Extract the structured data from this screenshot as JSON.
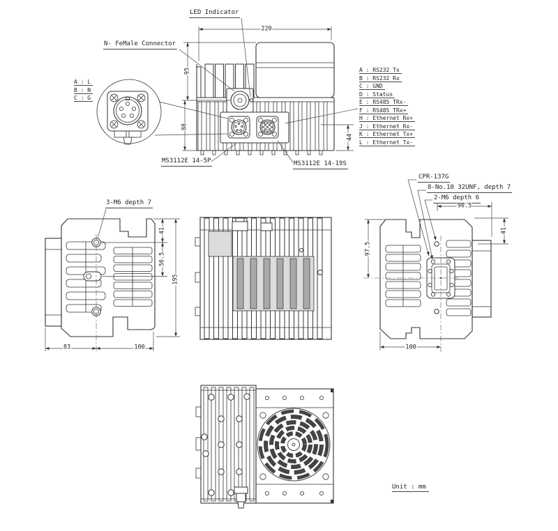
{
  "sheet": {
    "unit_note": "Unit : mm",
    "line_color": "#333333"
  },
  "callouts": {
    "led": "LED Indicator",
    "n_connector": "N- FeMale Connector",
    "conn_5p": "MS3112E 14-5P",
    "conn_19s": "MS3112E 14-19S",
    "m6x3": "3-M6 depth 7",
    "cpr": "CPR-137G",
    "unf8": "8-No.10 32UNF, depth 7",
    "m6x2": "2-M6 depth 6"
  },
  "power_pinout": [
    "A : L",
    "B : N",
    "C : G"
  ],
  "signal_pinout": [
    "A : RS232 Tx",
    "B : RS232 Rx",
    "C : GND",
    "D : Status",
    "E : RS485 TRx-",
    "F : RS485 TRx+",
    "H : Ethernet Rx+",
    "J : Ethernet Rx-",
    "K : Ethernet Tx+",
    "L : Ethernet Tx-"
  ],
  "dimensions": {
    "width_overall": "220",
    "height_top": "95",
    "height_bottom": "88",
    "conn_offset": "44",
    "hole_top": "41",
    "hole_mid": "56.5",
    "height_side": "195",
    "base_left": "83",
    "base_right": "100",
    "flange_x": "90.5",
    "flange_top": "41",
    "flange_y": "97.5",
    "flange_center": "100"
  }
}
